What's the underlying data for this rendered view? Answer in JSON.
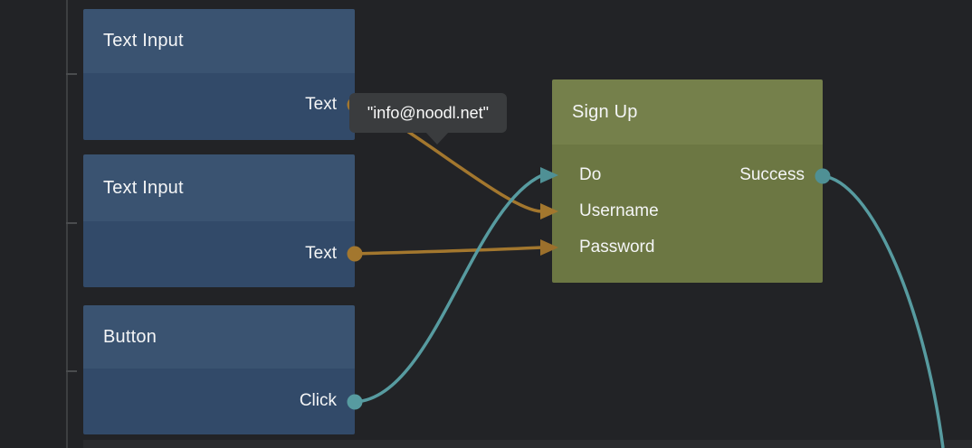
{
  "app": {
    "view": "noodl-node-graph-editor",
    "background": "#222326",
    "colors": {
      "string_connection": "#a3772e",
      "signal_connection": "#579ba0",
      "blue_node_header": "#3a5371",
      "blue_node_body": "#324a69",
      "green_node_header": "#75804b",
      "green_node_body": "#6c7743",
      "tooltip_background": "#3a3c3e"
    }
  },
  "nodes": [
    {
      "id": "text-input-1",
      "title": "Text Input",
      "outputs": [
        {
          "label": "Text",
          "type": "string"
        }
      ]
    },
    {
      "id": "text-input-2",
      "title": "Text Input",
      "outputs": [
        {
          "label": "Text",
          "type": "string"
        }
      ]
    },
    {
      "id": "button-1",
      "title": "Button",
      "outputs": [
        {
          "label": "Click",
          "type": "signal"
        }
      ]
    },
    {
      "id": "sign-up",
      "title": "Sign Up",
      "inputs": [
        {
          "label": "Do",
          "type": "signal"
        },
        {
          "label": "Username",
          "type": "string"
        },
        {
          "label": "Password",
          "type": "string"
        }
      ],
      "outputs": [
        {
          "label": "Success",
          "type": "signal"
        }
      ]
    }
  ],
  "connections": [
    {
      "from": "text-input-1.Text",
      "to": "sign-up.Username",
      "type": "string"
    },
    {
      "from": "text-input-2.Text",
      "to": "sign-up.Password",
      "type": "string"
    },
    {
      "from": "button-1.Click",
      "to": "sign-up.Do",
      "type": "signal"
    },
    {
      "from": "sign-up.Success",
      "to": "offscreen-bottom-right",
      "type": "signal"
    }
  ],
  "tooltip": {
    "value": "\"info@noodl.net\""
  }
}
